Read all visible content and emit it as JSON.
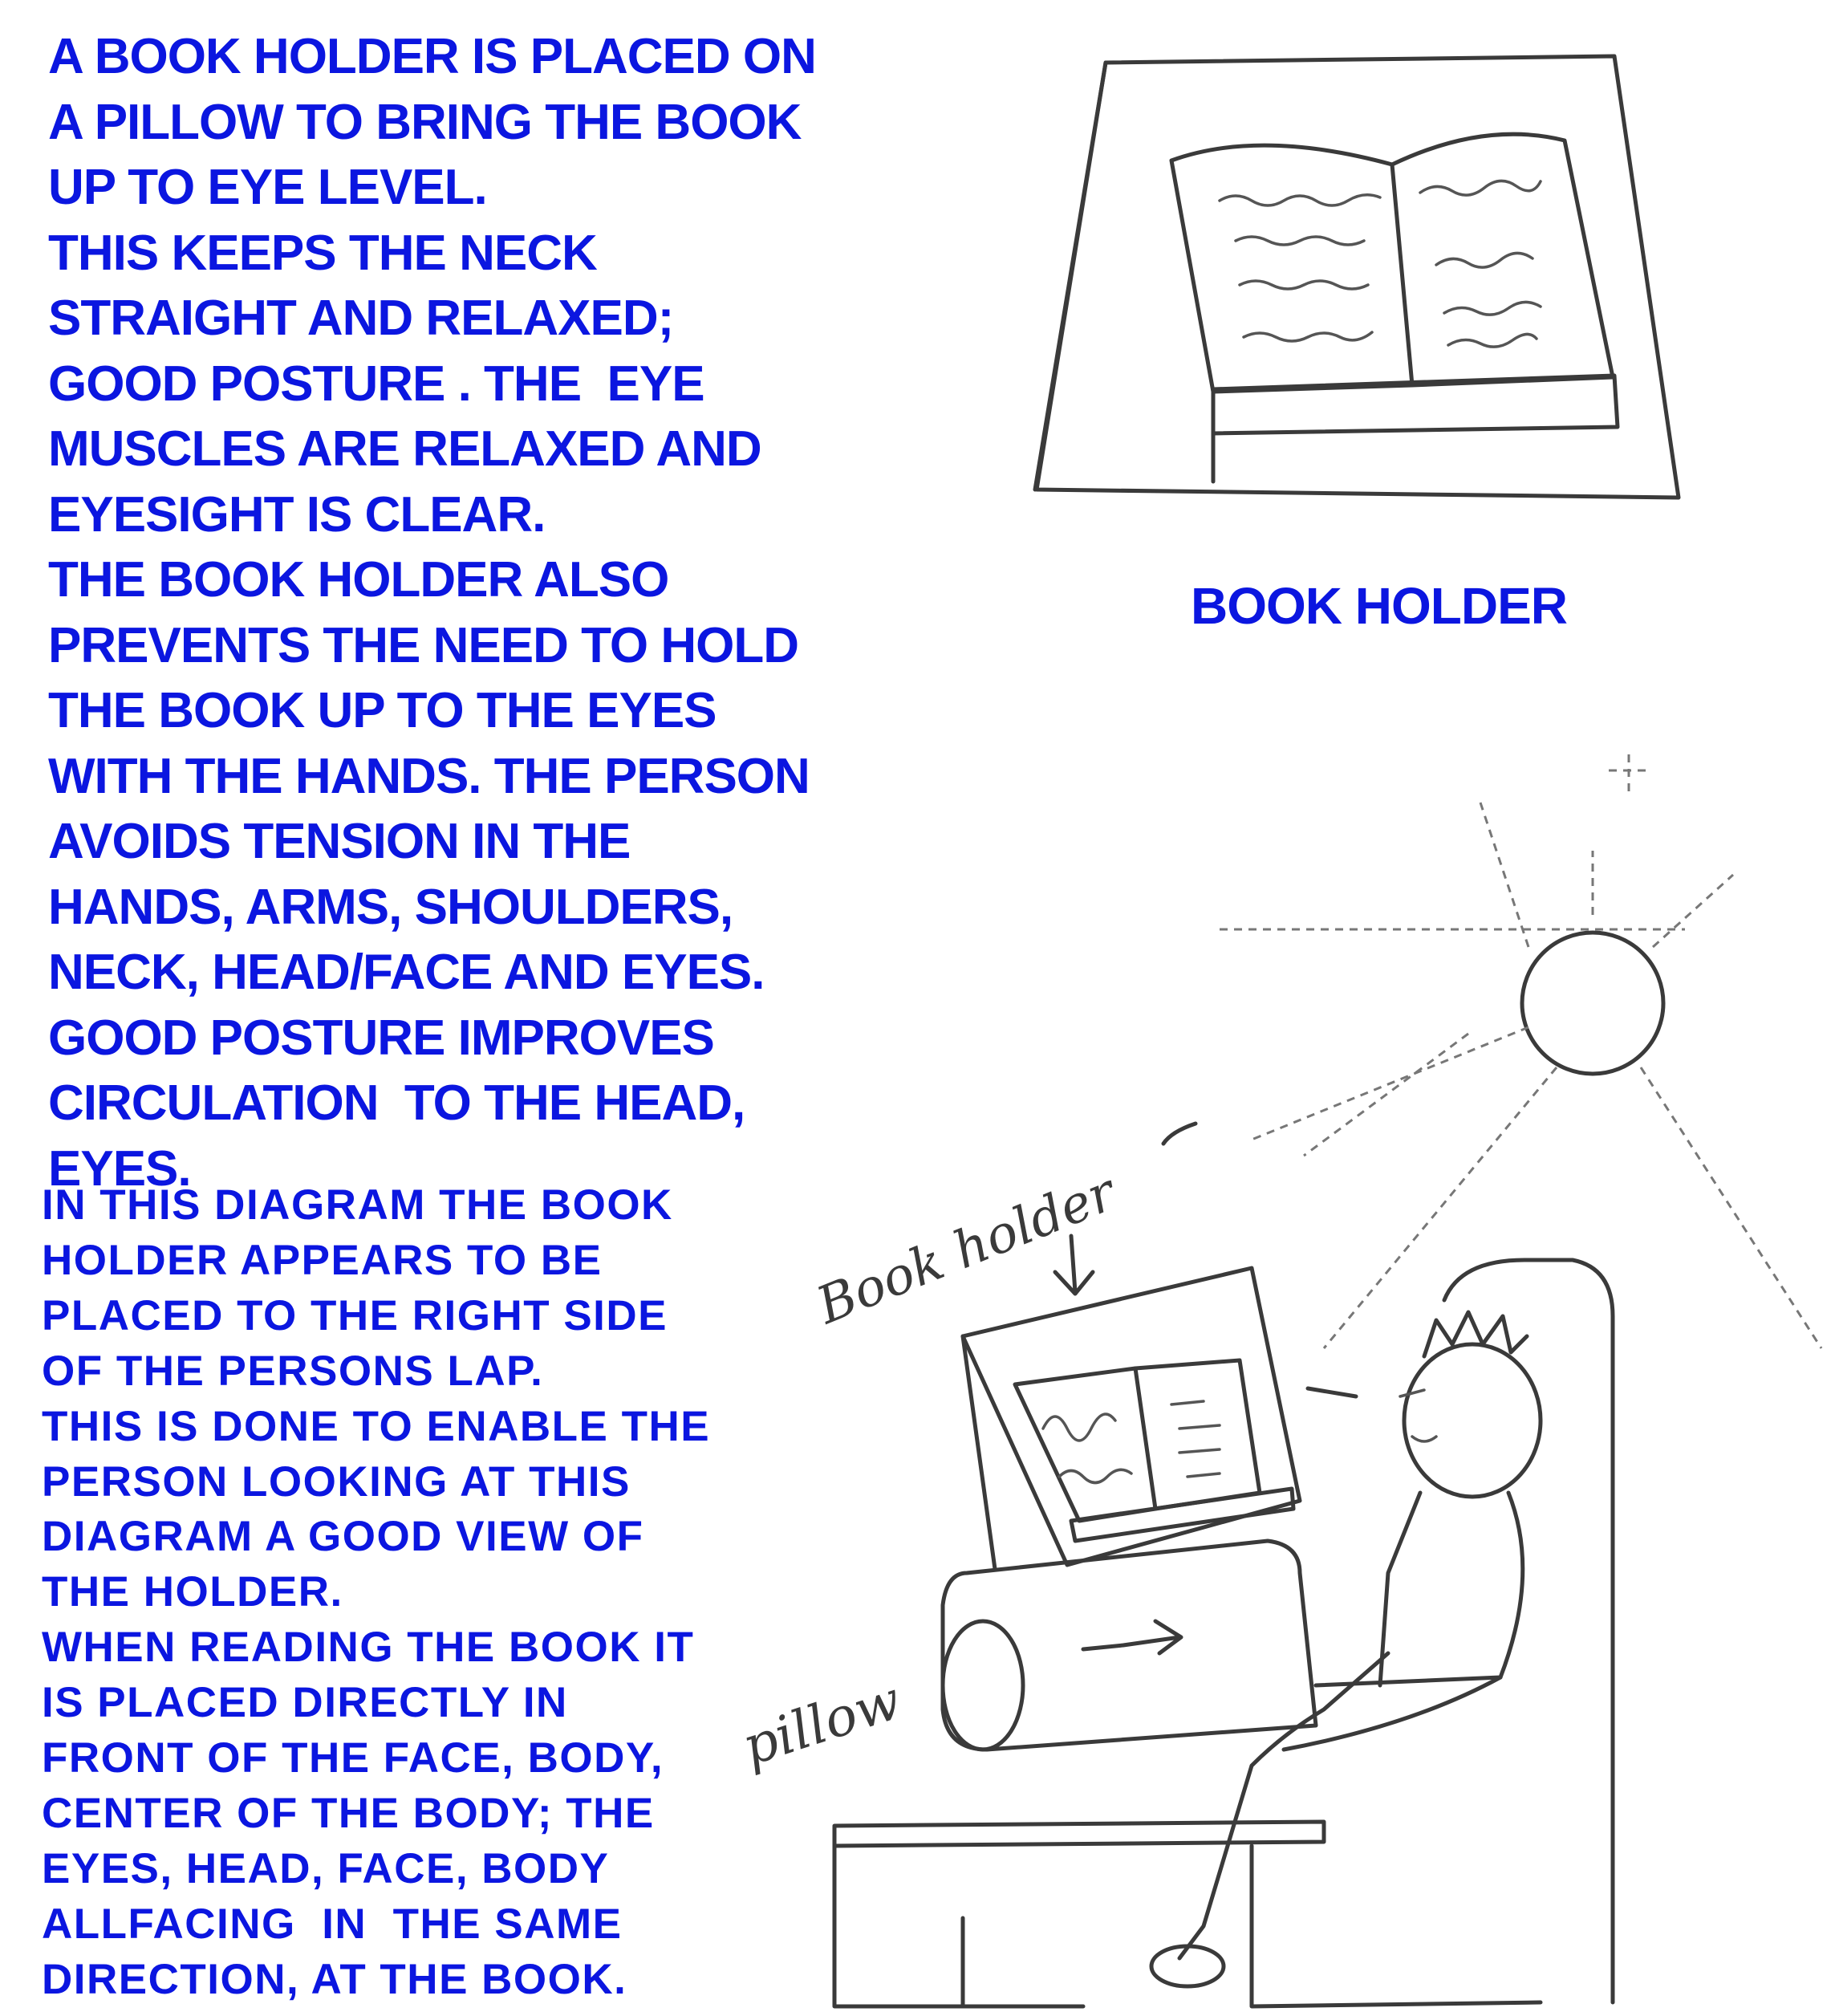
{
  "main_text": [
    "A BOOK HOLDER IS PLACED ON",
    "A PILLOW TO BRING THE BOOK",
    "UP TO EYE LEVEL.",
    "THIS KEEPS THE NECK",
    "STRAIGHT AND RELAXED;",
    "GOOD POSTURE . THE  EYE",
    "MUSCLES ARE RELAXED AND",
    "EYESIGHT IS CLEAR.",
    "THE BOOK HOLDER ALSO",
    "PREVENTS THE NEED TO HOLD",
    "THE BOOK UP TO THE EYES",
    "WITH THE HANDS. THE PERSON",
    "AVOIDS TENSION IN THE",
    "HANDS, ARMS, SHOULDERS,",
    "NECK, HEAD/FACE AND EYES.",
    "GOOD POSTURE IMPROVES",
    "CIRCULATION  TO THE HEAD,",
    "EYES."
  ],
  "note_text": [
    "IN THIS DIAGRAM THE BOOK",
    "HOLDER APPEARS TO BE",
    "PLACED TO THE RIGHT SIDE",
    "OF THE PERSONS LAP.",
    "THIS IS DONE TO ENABLE THE",
    "PERSON LOOKING AT THIS",
    "DIAGRAM A GOOD VIEW OF",
    "THE HOLDER.",
    "WHEN READING THE BOOK IT",
    "IS PLACED DIRECTLY IN",
    "FRONT OF THE FACE, BODY,",
    "CENTER OF THE BODY; THE",
    "EYES, HEAD, FACE, BODY",
    "ALLFACING  IN  THE SAME",
    "DIRECTION, AT THE BOOK."
  ],
  "caption": "BOOK HOLDER",
  "handwritten_labels": {
    "book_holder": "Book holder",
    "pillow": "pillow"
  }
}
